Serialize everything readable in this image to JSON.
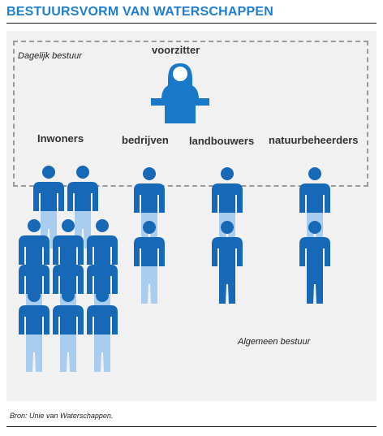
{
  "title": "BESTUURSVORM VAN WATERSCHAPPEN",
  "labels": {
    "daily_board": "Dagelijk bestuur",
    "general_board": "Algemeen bestuur",
    "chair": "voorzitter",
    "source": "Bron: Unie van Waterschappen."
  },
  "groups": [
    {
      "key": "inwoners",
      "label": "Inwoners"
    },
    {
      "key": "bedrijven",
      "label": "bedrijven"
    },
    {
      "key": "landbouwers",
      "label": "landbouwers"
    },
    {
      "key": "natuurbeheerders",
      "label": "natuurbeheerders"
    }
  ],
  "colors": {
    "accent_title": "#1e7fd0",
    "chair_blue": "#1a78c8",
    "dark_blue": "#1769b8",
    "mid_blue": "#4d97dd",
    "light_blue": "#a9cdee"
  }
}
